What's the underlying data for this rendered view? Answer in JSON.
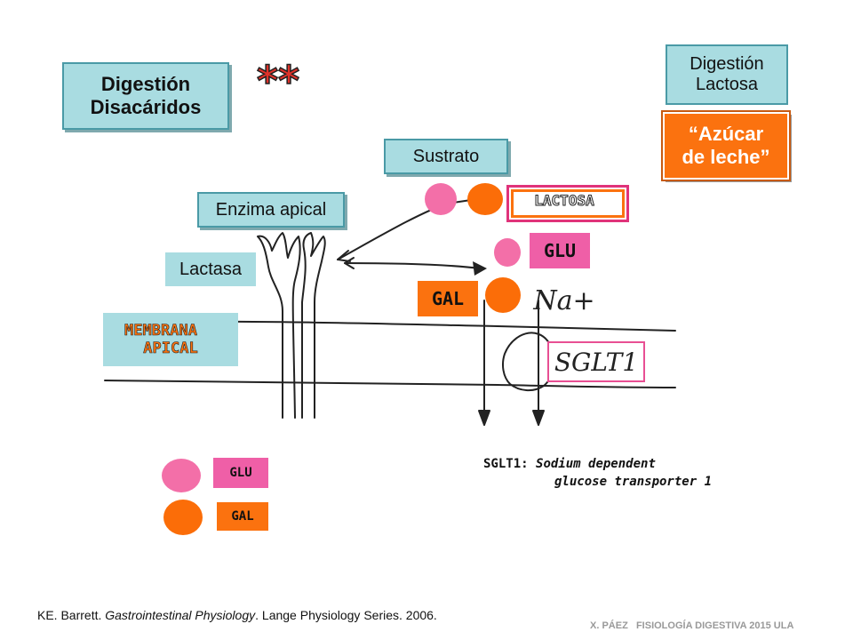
{
  "title": {
    "line1": "Digestión",
    "line2": "Disacáridos",
    "stars": "**"
  },
  "side_title": {
    "line1": "Digestión",
    "line2": "Lactosa"
  },
  "sugar_label": {
    "line1": "“Azúcar",
    "line2": "de leche”"
  },
  "sustrato": "Sustrato",
  "enzima": "Enzima apical",
  "lactasa": "Lactasa",
  "membrana": {
    "line1": "MEMBRANA",
    "line2": "APICAL"
  },
  "lactosa": "LACTOSA",
  "glu": "GLU",
  "gal": "GAL",
  "na": "Na+",
  "sglt1_box": "SGLT1",
  "sglt1_note": {
    "term": "SGLT1:",
    "line1": "Sodium dependent",
    "line2": "glucose transporter 1"
  },
  "legend": {
    "glu": "GLU",
    "gal": "GAL"
  },
  "citation": {
    "authors": "KE. Barrett. ",
    "book": "Gastrointestinal Physiology",
    "rest": ". Lange Physiology Series. 2006."
  },
  "footer": "X. PÁEZ   FISIOLOGÍA DIGESTIVA 2015 ULA",
  "colors": {
    "teal": "#a9dce1",
    "pink": "#ef5fa7",
    "orange": "#fb720f",
    "star_red": "#e0322a"
  }
}
